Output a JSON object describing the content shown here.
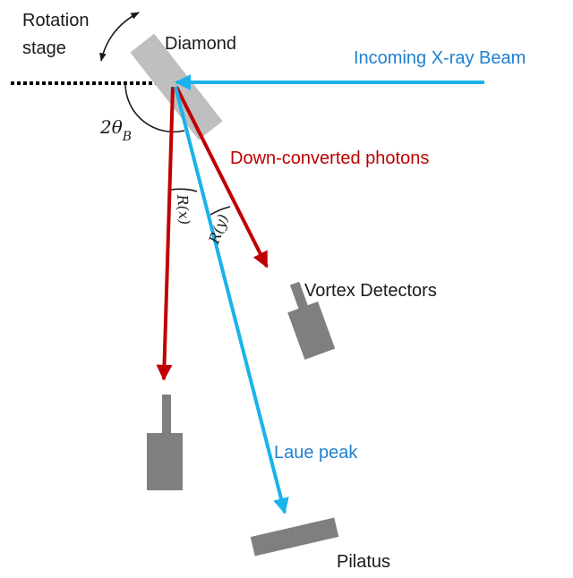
{
  "labels": {
    "rotation_line1": "Rotation",
    "rotation_line2": "stage",
    "diamond": "Diamond",
    "incoming_beam": "Incoming X-ray Beam",
    "down_converted": "Down-converted photons",
    "vortex": "Vortex Detectors",
    "laue_peak": "Laue peak",
    "pilatus": "Pilatus",
    "two_theta": "2θ",
    "two_theta_sub": "B",
    "r_x": "R(x)",
    "r_y": "R(y)"
  },
  "colors": {
    "xray_blue": "#1ab2ec",
    "xray_text_blue": "#1f7fd0",
    "photon_red": "#c00000",
    "detector_gray": "#7f7f7f",
    "crystal_gray": "#bfbfbf",
    "ink": "#1a1a1a"
  }
}
